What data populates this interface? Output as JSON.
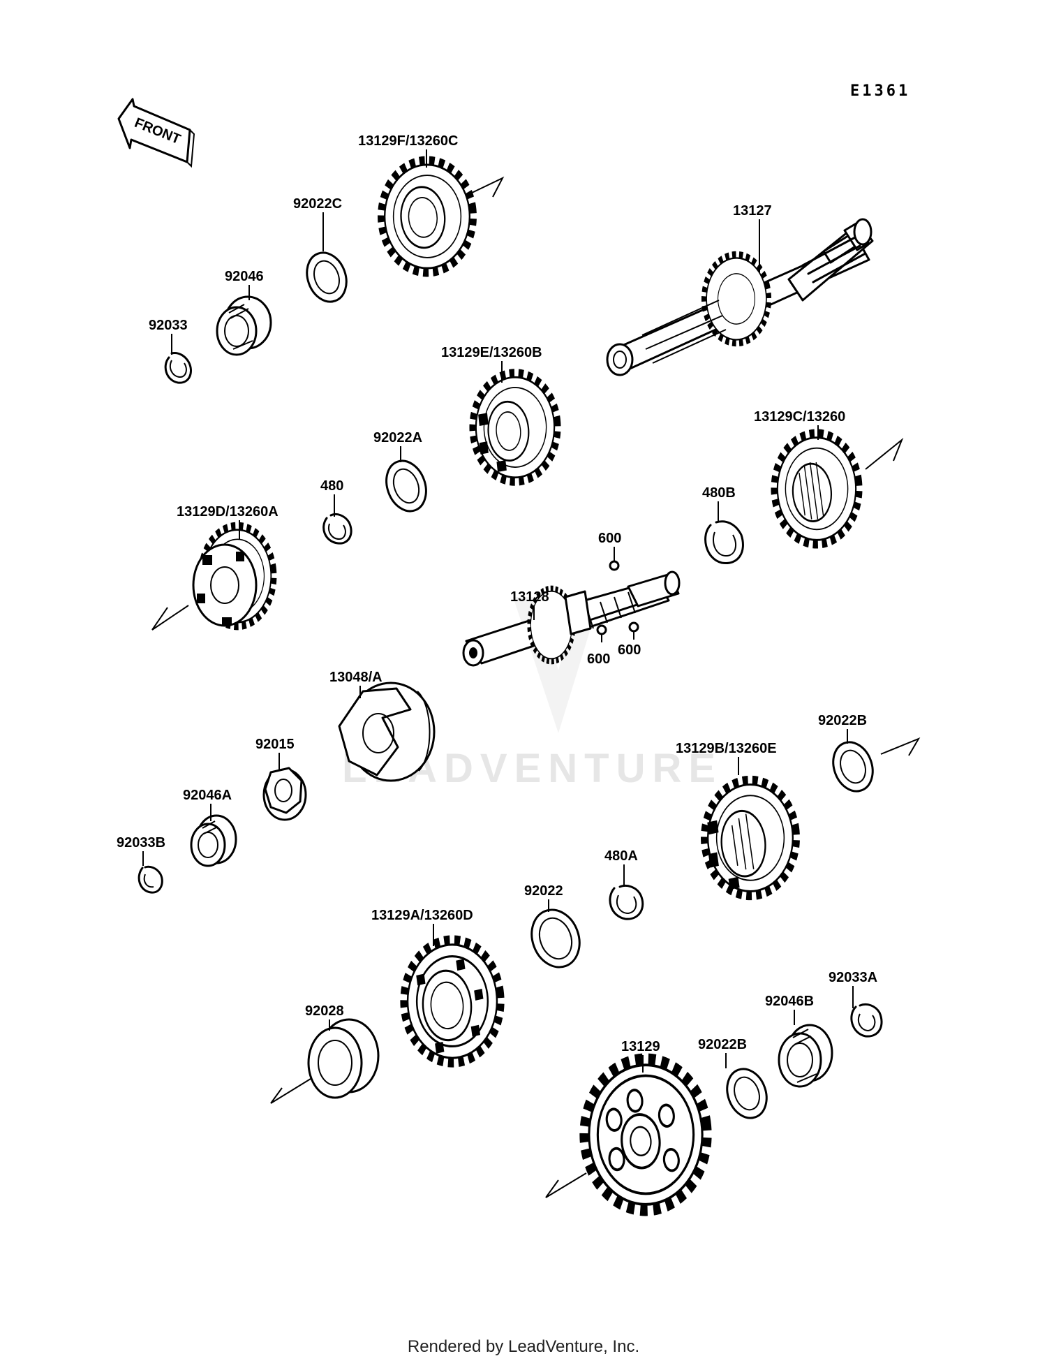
{
  "diagram_code": "E1361",
  "front_label": "FRONT",
  "watermark": "LEADVENTURE",
  "footer": "Rendered by LeadVenture, Inc.",
  "parts": [
    {
      "id": "p1",
      "label": "13129F/13260C"
    },
    {
      "id": "p2",
      "label": "92022C"
    },
    {
      "id": "p3",
      "label": "92046"
    },
    {
      "id": "p4",
      "label": "92033"
    },
    {
      "id": "p5",
      "label": "13127"
    },
    {
      "id": "p6",
      "label": "13129E/13260B"
    },
    {
      "id": "p7",
      "label": "92022A"
    },
    {
      "id": "p8",
      "label": "480"
    },
    {
      "id": "p9",
      "label": "13129D/13260A"
    },
    {
      "id": "p10",
      "label": "13129C/13260"
    },
    {
      "id": "p11",
      "label": "480B"
    },
    {
      "id": "p12",
      "label": "600"
    },
    {
      "id": "p13",
      "label": "13128"
    },
    {
      "id": "p14",
      "label": "600"
    },
    {
      "id": "p15",
      "label": "600"
    },
    {
      "id": "p16",
      "label": "13048/A"
    },
    {
      "id": "p17",
      "label": "92015"
    },
    {
      "id": "p18",
      "label": "92046A"
    },
    {
      "id": "p19",
      "label": "92033B"
    },
    {
      "id": "p20",
      "label": "92022B"
    },
    {
      "id": "p21",
      "label": "13129B/13260E"
    },
    {
      "id": "p22",
      "label": "480A"
    },
    {
      "id": "p23",
      "label": "92022"
    },
    {
      "id": "p24",
      "label": "13129A/13260D"
    },
    {
      "id": "p25",
      "label": "92028"
    },
    {
      "id": "p26",
      "label": "92033A"
    },
    {
      "id": "p27",
      "label": "92046B"
    },
    {
      "id": "p28",
      "label": "92022B"
    },
    {
      "id": "p29",
      "label": "13129"
    }
  ]
}
